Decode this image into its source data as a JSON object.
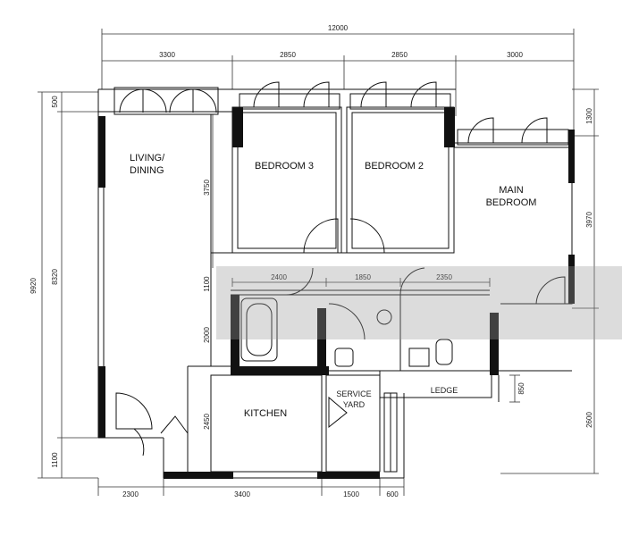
{
  "dimensions": {
    "top_total": "12000",
    "top_segments": [
      "3300",
      "2850",
      "2850",
      "3000"
    ],
    "left_total": "9920",
    "left_sub_a": "500",
    "left_sub_b": "8320",
    "left_sub_c": "1100",
    "bottom_segments": [
      "2300",
      "3400",
      "1500",
      "600"
    ],
    "right_a": "1300",
    "right_b": "3970",
    "right_c": "850",
    "right_d": "2600",
    "inner_v_a": "3750",
    "inner_v_b": "1100",
    "inner_v_c": "2000",
    "inner_v_d": "2450",
    "inner_h": [
      "2400",
      "1850",
      "2350"
    ]
  },
  "rooms": {
    "living_line1": "LIVING/",
    "living_line2": "DINING",
    "bedroom3": "BEDROOM 3",
    "bedroom2": "BEDROOM 2",
    "main_line1": "MAIN",
    "main_line2": "BEDROOM",
    "kitchen": "KITCHEN",
    "service_line1": "SERVICE",
    "service_line2": "YARD",
    "ledge": "LEDGE"
  }
}
